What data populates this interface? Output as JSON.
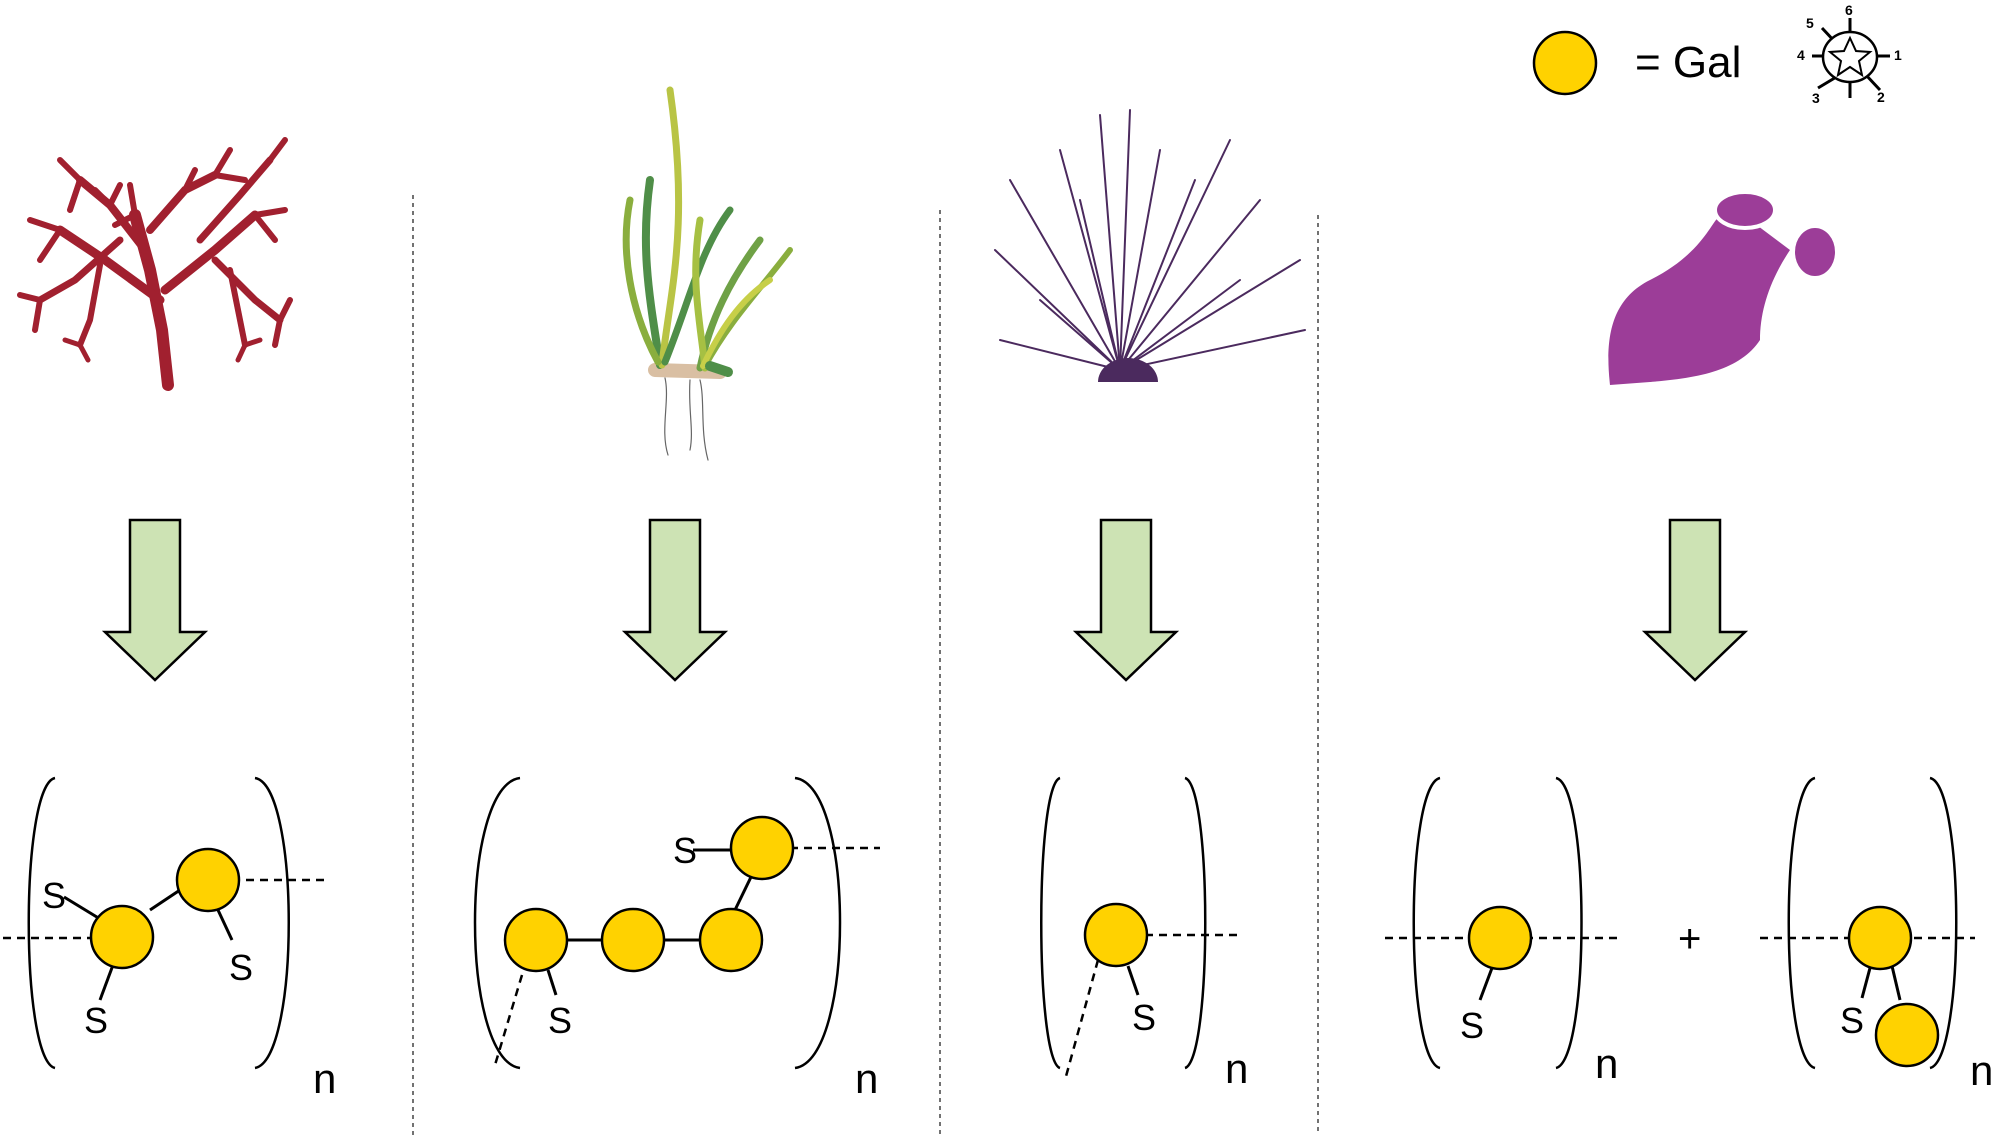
{
  "legend": {
    "equals_label": "= Gal",
    "sugar_color": "#FFD200",
    "snfg_icon": "snfg-star-linkage-icon",
    "linkage_positions": [
      "1",
      "2",
      "3",
      "4",
      "5",
      "6"
    ]
  },
  "glyphs": {
    "sulfate": "S",
    "repeat": "n",
    "plus": "+"
  },
  "colors": {
    "red_algae": "#B4233A",
    "seagrass": "#5E9B48",
    "urchin": "#4B2A5E",
    "tunicate": "#9C3D98",
    "arrow_fill": "#CDE3B4"
  },
  "panels": [
    {
      "name": "red-algae-panel",
      "organism_icon": "red-algae-icon",
      "structure": "sulfated-galactan-disaccharide"
    },
    {
      "name": "seagrass-panel",
      "organism_icon": "seagrass-icon",
      "structure": "sulfated-galactan-tetrasaccharide"
    },
    {
      "name": "sea-urchin-panel",
      "organism_icon": "sea-urchin-icon",
      "structure": "sulfated-galactan-monosaccharide"
    },
    {
      "name": "tunicate-panel",
      "organism_icon": "tunicate-icon",
      "structure": "sulfated-galactan-mixed-units"
    }
  ]
}
